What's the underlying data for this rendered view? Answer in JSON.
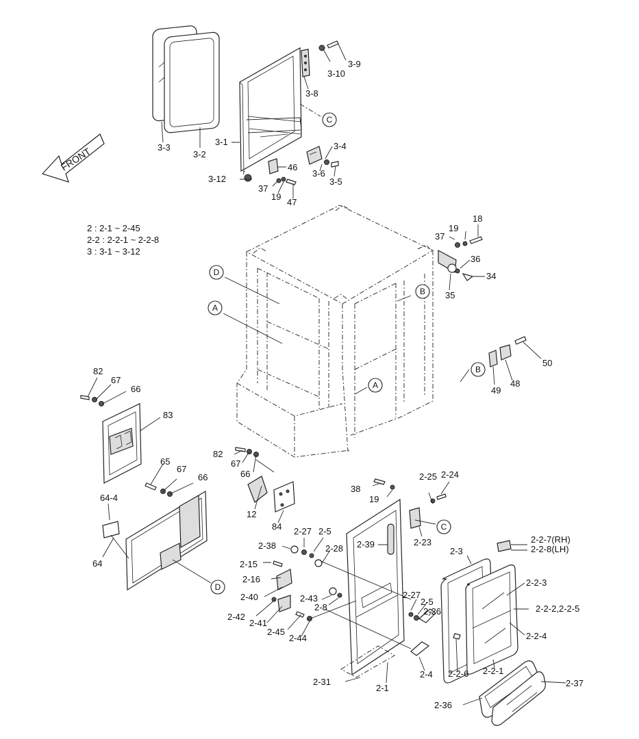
{
  "front_label": "FRONT",
  "legend": [
    "2 : 2-1 ~ 2-45",
    "2-2 : 2-2-1 ~ 2-2-8",
    "3 : 3-1 ~ 3-12"
  ],
  "circles": [
    "C",
    "D",
    "A",
    "B",
    "A",
    "D",
    "B",
    "C"
  ],
  "labels": [
    "3-9",
    "3-10",
    "3-8",
    "3-3",
    "3-2",
    "3-1",
    "3-4",
    "46",
    "3-6",
    "3-5",
    "3-12",
    "37",
    "19",
    "47",
    "18",
    "19",
    "37",
    "36",
    "34",
    "35",
    "50",
    "48",
    "49",
    "82",
    "67",
    "66",
    "83",
    "82",
    "67",
    "66",
    "12",
    "84",
    "65",
    "67",
    "66",
    "64-4",
    "64",
    "38",
    "19",
    "2-25",
    "2-24",
    "2-23",
    "2-39",
    "2-27",
    "2-5",
    "2-38",
    "2-28",
    "2-15",
    "2-16",
    "2-40",
    "2-43",
    "2-8",
    "2-42",
    "2-41",
    "2-45",
    "2-44",
    "2-27",
    "2-5",
    "2-26",
    "2-4",
    "2-31",
    "2-1",
    "2-3",
    "2-2-7(RH)",
    "2-2-8(LH)",
    "2-2-3",
    "2-2-2,2-2-5",
    "2-2-4",
    "2-2-6",
    "2-2-1",
    "2-36",
    "2-37"
  ]
}
